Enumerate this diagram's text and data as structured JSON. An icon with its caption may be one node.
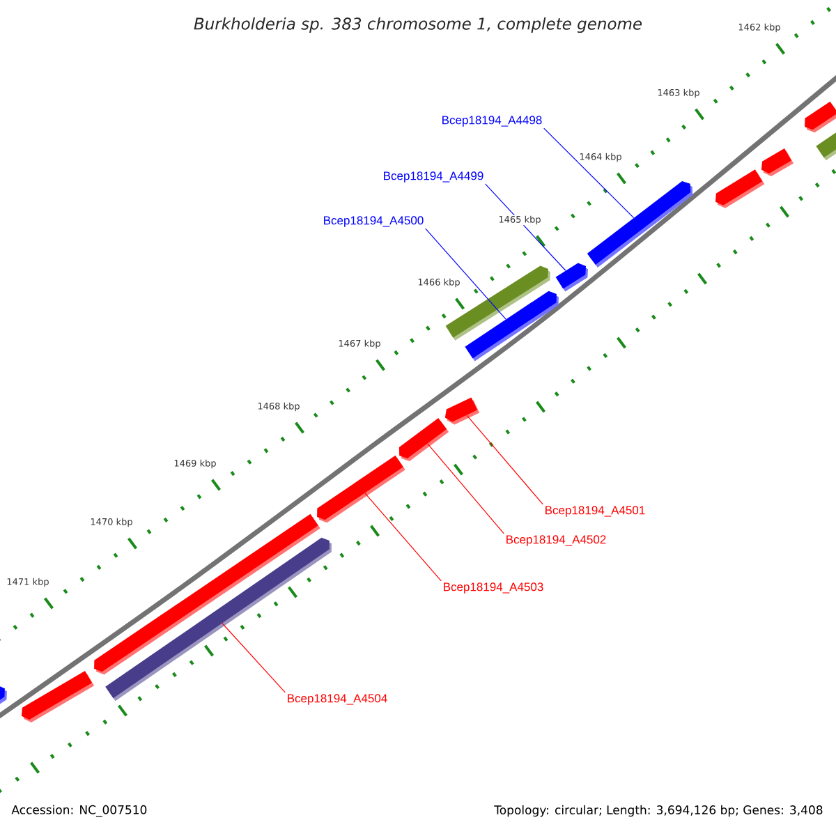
{
  "diagram": {
    "title": "Burkholderia sp. 383 chromosome 1, complete genome",
    "nodes": [
      {
        "text": [
          "Bcep18194_A4498"
        ]
      },
      {
        "text": [
          "Bcep18194_A4499"
        ]
      },
      {
        "text": [
          "Bcep18194_A4500"
        ]
      },
      {
        "text": [
          "Bcep18194_A4501"
        ]
      },
      {
        "text": [
          "Bcep18194_A4502"
        ]
      },
      {
        "text": [
          "Bcep18194_A4503"
        ]
      },
      {
        "text": [
          "Bcep18194_A4504"
        ]
      },
      {
        "text": [],
        "shape": "bar"
      },
      {
        "text": [],
        "shape": "bar"
      },
      {
        "text": [],
        "shape": "bar"
      },
      {
        "text": [],
        "shape": "bar"
      },
      {
        "text": [],
        "shape": "bar"
      },
      {
        "text": [],
        "shape": "bar"
      },
      {
        "text": [],
        "shape": "bar"
      },
      {
        "text": [],
        "shape": "bar"
      },
      {
        "text": [],
        "shape": "bar"
      },
      {
        "text": [],
        "shape": "bar"
      },
      {
        "text": [],
        "shape": "bar"
      },
      {
        "text": [],
        "shape": "bar"
      },
      {
        "text": [],
        "shape": "bar"
      },
      {
        "text": [],
        "shape": "bar"
      },
      {
        "text": [],
        "shape": "bar"
      }
    ],
    "edges": [
      {
        "from": 0,
        "to": 7,
        "arrow": "none",
        "color": "#0000ff"
      },
      {
        "from": 1,
        "to": 8,
        "arrow": "none",
        "color": "#0000ff"
      },
      {
        "from": 2,
        "to": 9,
        "arrow": "none",
        "color": "#0000ff"
      },
      {
        "from": 3,
        "to": 10,
        "arrow": "none"
      },
      {
        "from": 4,
        "to": 11,
        "arrow": "none"
      },
      {
        "from": 5,
        "to": 12,
        "arrow": "none"
      },
      {
        "from": 6,
        "to": 13,
        "arrow": "none"
      }
    ],
    "labels": [
      "1462 kbp",
      "1463 kbp",
      "1464 kbp",
      "1465 kbp",
      "1466 kbp",
      "1467 kbp",
      "1468 kbp",
      "1469 kbp",
      "1470 kbp",
      "1471 kbp",
      "Accession: NC_007510",
      "Topology: circular; Length: 3,694,126 bp; Genes: 3,408"
    ]
  }
}
